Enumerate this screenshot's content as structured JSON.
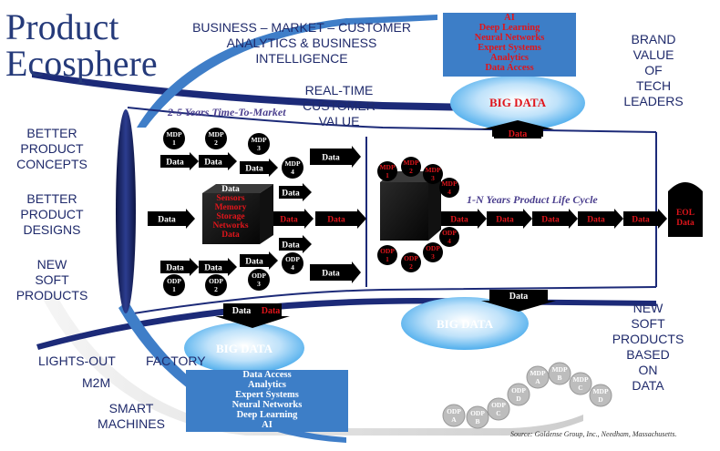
{
  "title": [
    "Product",
    "Ecosphere"
  ],
  "top_label": [
    "BUSINESS – MARKET – CUSTOMER",
    "ANALYTICS & BUSINESS",
    "INTELLIGENCE"
  ],
  "realtime_label": [
    "REAL-TIME",
    "CUSTOMER",
    "VALUE"
  ],
  "brand_label": [
    "BRAND",
    "VALUE",
    "OF",
    "TECH",
    "LEADERS"
  ],
  "left_labels": {
    "concepts": [
      "BETTER",
      "PRODUCT",
      "CONCEPTS"
    ],
    "designs": [
      "BETTER",
      "PRODUCT",
      "DESIGNS"
    ],
    "soft": [
      "NEW",
      "SOFT",
      "PRODUCTS"
    ]
  },
  "bottom_left_labels": {
    "lights_out": "LIGHTS-OUT",
    "factory": "FACTORY",
    "m2m": "M2M",
    "smart": [
      "SMART",
      "MACHINES"
    ]
  },
  "new_soft_data": [
    "NEW",
    "SOFT",
    "PRODUCTS",
    "BASED",
    "ON",
    "DATA"
  ],
  "time_to_market": "2-5 Years Time-To-Market",
  "life_cycle": "1-N Years Product Life Cycle",
  "top_box": [
    "AI",
    "Deep Learning",
    "Neural Networks",
    "Expert Systems",
    "Analytics",
    "Data Access"
  ],
  "bottom_box": [
    "Data Access",
    "Analytics",
    "Expert Systems",
    "Neural Networks",
    "Deep Learning",
    "AI"
  ],
  "big_data_label": "BIG DATA",
  "data_label": "Data",
  "cube_left": [
    "Data",
    "Sensors",
    "Memory",
    "Storage",
    "Networks",
    "Data"
  ],
  "eol": [
    "EOL",
    "Data"
  ],
  "mdp_top": [
    [
      "MDP",
      "1"
    ],
    [
      "MDP",
      "2"
    ],
    [
      "MDP",
      "3"
    ],
    [
      "MDP",
      "4"
    ]
  ],
  "odp_bottom": [
    [
      "ODP",
      "1"
    ],
    [
      "ODP",
      "2"
    ],
    [
      "ODP",
      "3"
    ],
    [
      "ODP",
      "4"
    ]
  ],
  "cube_right_mdp": [
    [
      "MDP",
      "1"
    ],
    [
      "MDP",
      "2"
    ],
    [
      "MDP",
      "3"
    ],
    [
      "MDP",
      "4"
    ]
  ],
  "cube_right_odp": [
    [
      "ODP",
      "1"
    ],
    [
      "ODP",
      "2"
    ],
    [
      "ODP",
      "3"
    ],
    [
      "ODP",
      "4"
    ]
  ],
  "chain_odp": [
    [
      "ODP",
      "A"
    ],
    [
      "ODP",
      "B"
    ],
    [
      "ODP",
      "C"
    ],
    [
      "ODP",
      "D"
    ]
  ],
  "chain_mdp": [
    [
      "MDP",
      "A"
    ],
    [
      "MDP",
      "B"
    ],
    [
      "MDP",
      "C"
    ],
    [
      "MDP",
      "D"
    ]
  ],
  "source": "Source: Goldense Group, Inc., Needham, Massachusetts.",
  "colors": {
    "navy": "#1f2a6b",
    "accent_blue": "#3d7ec7",
    "red": "#e0151b",
    "black": "#000000"
  }
}
